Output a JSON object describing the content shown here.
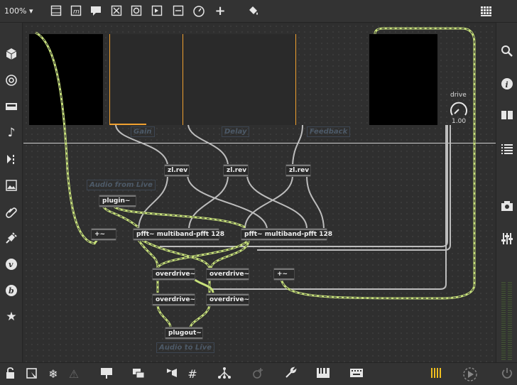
{
  "toolbar": {
    "zoom": "100%",
    "zoom_arrow": "▾"
  },
  "patch": {
    "comments": {
      "gain": "Gain",
      "delay": "Delay",
      "feedback": "Feedback",
      "audio_from_live": "Audio from Live",
      "audio_to_live": "Audio to Live"
    },
    "objects": {
      "zlrev_1": "zl.rev",
      "zlrev_2": "zl.rev",
      "zlrev_3": "zl.rev",
      "plugin": "plugin~",
      "plus_1": "+~",
      "multiband_1": "pfft~ multiband-pfft 128",
      "multiband_2": "pfft~ multiband-pfft 128",
      "overdrive_1": "overdrive~",
      "overdrive_2": "overdrive~",
      "overdrive_3": "overdrive~",
      "overdrive_4": "overdrive~",
      "plus_2": "+~",
      "plugout": "plugout~"
    },
    "dial": {
      "label": "drive",
      "value": "1.00"
    }
  },
  "colors": {
    "accent": "#f0a030",
    "signal_wire": "#c8e27a",
    "control_wire": "#bdbdbd"
  }
}
